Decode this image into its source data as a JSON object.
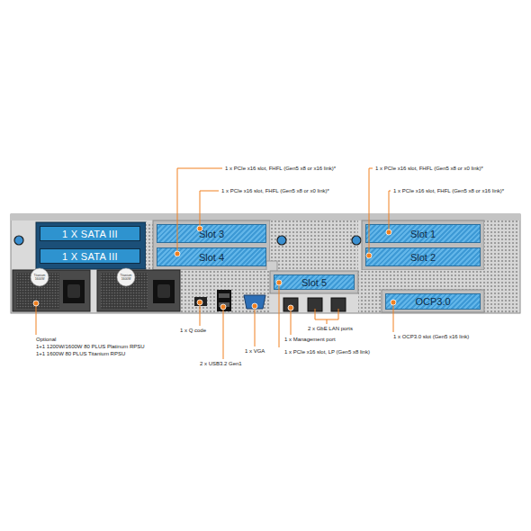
{
  "diagram": {
    "nodes": [
      {
        "text": [
          "1 X SATA III"
        ]
      },
      {
        "text": [
          "Slot 3"
        ]
      },
      {
        "text": [
          "Slot 1"
        ]
      },
      {
        "text": [
          "1 X SATA III"
        ]
      },
      {
        "text": [
          "Slot 4"
        ]
      },
      {
        "text": [
          "Slot 2"
        ]
      },
      {
        "text": [
          "Slot 5"
        ]
      },
      {
        "text": [
          "OCP3.0"
        ]
      }
    ],
    "labels": [
      "1 x PCIe x16 slot, FHFL (Gen5 x8 or x16 link)*",
      "1 x PCIe x16 slot, FHFL (Gen5 x8 or x0 link)*",
      "1 x PCIe x16 slot, FHFL (Gen5 x8 or x0 link)*",
      "1 x PCIe x16 slot, FHFL (Gen5 x8 or x16 link)*",
      "Titanium 1600W",
      "Titanium 1600W",
      "2 x GbE LAN ports",
      "1 x Q code",
      "1 x Management port",
      "1 x OCP3.0 slot (Gen5 x16 link)",
      "Optional",
      "1+1 1200W/1600W 80 PLUS Platinum RPSU",
      "1+1 1600W 80 PLUS Titanium RPSU",
      "1 x VGA",
      "1 x PCIe x16 slot, LP (Gen5 x8 link)",
      "2 x USB3.2 Gen1"
    ]
  }
}
